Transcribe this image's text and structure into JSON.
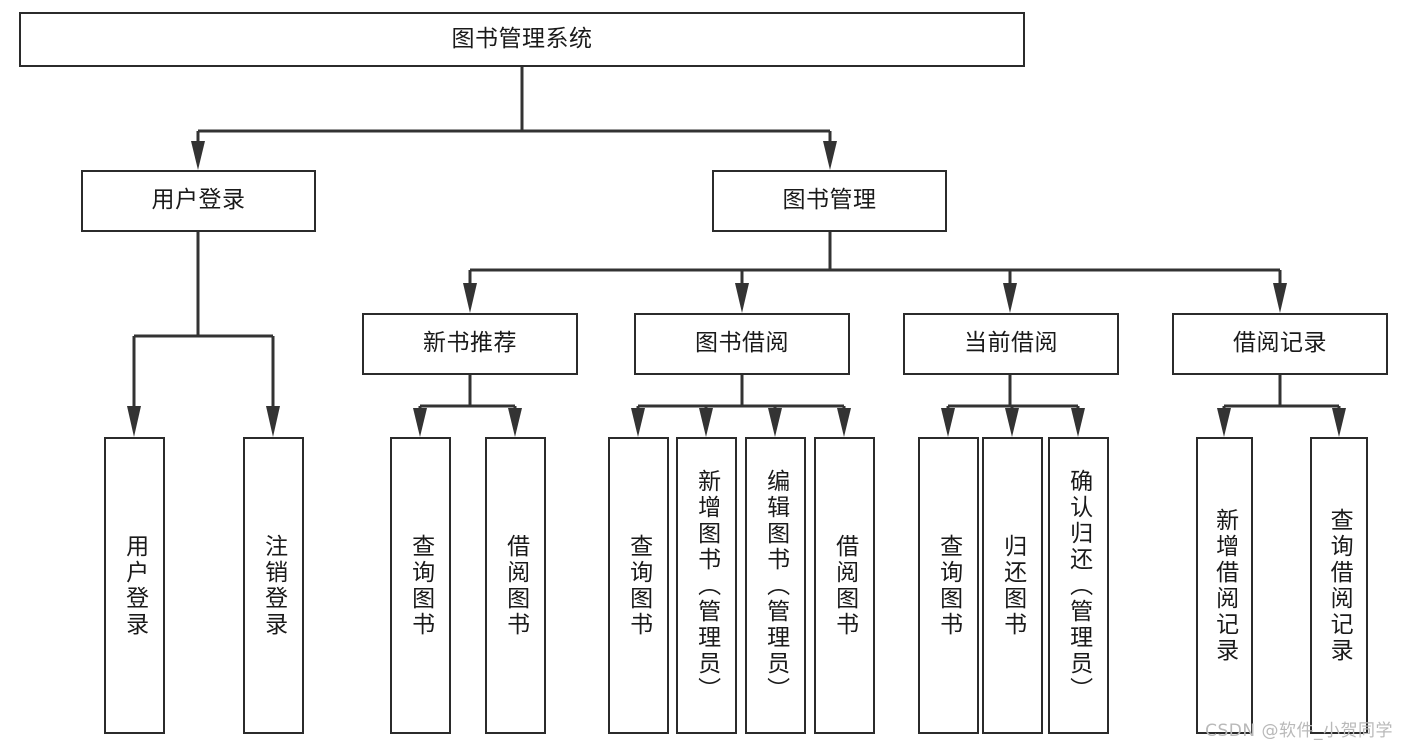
{
  "diagram": {
    "title": "图书管理系统",
    "type": "tree",
    "levels": 4,
    "nodes": {
      "root": {
        "label": "图书管理系统",
        "orientation": "horizontal"
      },
      "user_login": {
        "label": "用户登录",
        "orientation": "horizontal"
      },
      "book_manage": {
        "label": "图书管理",
        "orientation": "horizontal"
      },
      "new_book_rec": {
        "label": "新书推荐",
        "orientation": "horizontal"
      },
      "book_borrow": {
        "label": "图书借阅",
        "orientation": "horizontal"
      },
      "current_borrow": {
        "label": "当前借阅",
        "orientation": "horizontal"
      },
      "borrow_record": {
        "label": "借阅记录",
        "orientation": "horizontal"
      },
      "leaf_user_login": {
        "label": "用户登录",
        "orientation": "vertical"
      },
      "leaf_logout": {
        "label": "注销登录",
        "orientation": "vertical"
      },
      "leaf_query_book_1": {
        "label": "查询图书",
        "orientation": "vertical"
      },
      "leaf_borrow_book_1": {
        "label": "借阅图书",
        "orientation": "vertical"
      },
      "leaf_query_book_2": {
        "label": "查询图书",
        "orientation": "vertical"
      },
      "leaf_add_book": {
        "label": "新增图书（管理员）",
        "orientation": "vertical"
      },
      "leaf_edit_book": {
        "label": "编辑图书（管理员）",
        "orientation": "vertical"
      },
      "leaf_borrow_book_2": {
        "label": "借阅图书",
        "orientation": "vertical"
      },
      "leaf_query_book_3": {
        "label": "查询图书",
        "orientation": "vertical"
      },
      "leaf_return_book": {
        "label": "归还图书",
        "orientation": "vertical"
      },
      "leaf_confirm_return": {
        "label": "确认归还（管理员）",
        "orientation": "vertical"
      },
      "leaf_add_record": {
        "label": "新增借阅记录",
        "orientation": "vertical"
      },
      "leaf_query_record": {
        "label": "查询借阅记录",
        "orientation": "vertical"
      }
    },
    "edges": [
      {
        "from": "root",
        "to": "user_login"
      },
      {
        "from": "root",
        "to": "book_manage"
      },
      {
        "from": "user_login",
        "to": "leaf_user_login"
      },
      {
        "from": "user_login",
        "to": "leaf_logout"
      },
      {
        "from": "book_manage",
        "to": "new_book_rec"
      },
      {
        "from": "book_manage",
        "to": "book_borrow"
      },
      {
        "from": "book_manage",
        "to": "current_borrow"
      },
      {
        "from": "book_manage",
        "to": "borrow_record"
      },
      {
        "from": "new_book_rec",
        "to": "leaf_query_book_1"
      },
      {
        "from": "new_book_rec",
        "to": "leaf_borrow_book_1"
      },
      {
        "from": "book_borrow",
        "to": "leaf_query_book_2"
      },
      {
        "from": "book_borrow",
        "to": "leaf_add_book"
      },
      {
        "from": "book_borrow",
        "to": "leaf_edit_book"
      },
      {
        "from": "book_borrow",
        "to": "leaf_borrow_book_2"
      },
      {
        "from": "current_borrow",
        "to": "leaf_query_book_3"
      },
      {
        "from": "current_borrow",
        "to": "leaf_return_book"
      },
      {
        "from": "current_borrow",
        "to": "leaf_confirm_return"
      },
      {
        "from": "borrow_record",
        "to": "leaf_add_record"
      },
      {
        "from": "borrow_record",
        "to": "leaf_query_record"
      }
    ],
    "colors": {
      "background": "#ffffff",
      "box_border": "#2b2b2b",
      "box_fill": "#ffffff",
      "connector": "#333333",
      "text": "#1a1a1a",
      "watermark": "#b9b9b9"
    }
  },
  "watermark": {
    "text": "CSDN @软件_小贺同学"
  }
}
